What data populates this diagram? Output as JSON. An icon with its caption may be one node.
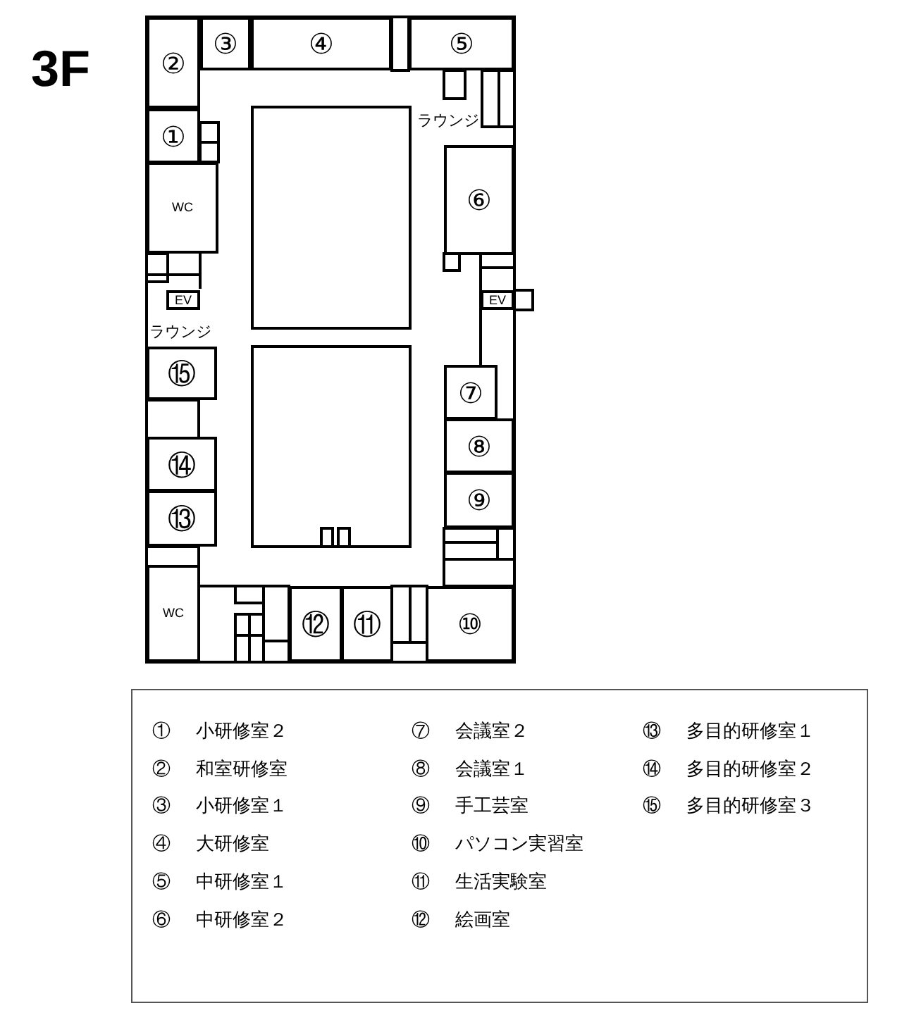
{
  "diagram": {
    "title": "3F",
    "nodes": [
      {
        "text": [
          "②"
        ]
      },
      {
        "text": [
          "③"
        ]
      },
      {
        "text": [
          "④"
        ]
      },
      {
        "text": [
          "⑤"
        ]
      },
      {
        "text": [
          "①"
        ]
      },
      {
        "text": [
          "WC"
        ]
      },
      {
        "text": [
          "EV"
        ]
      },
      {
        "text": [
          "⑥"
        ]
      },
      {
        "text": [
          "EV"
        ]
      },
      {
        "text": [
          "⑮"
        ]
      },
      {
        "text": [
          "⑭"
        ]
      },
      {
        "text": [
          "⑬"
        ]
      },
      {
        "text": [
          "WC"
        ]
      },
      {
        "text": [
          "⑦"
        ]
      },
      {
        "text": [
          "⑧"
        ]
      },
      {
        "text": [
          "⑨"
        ]
      },
      {
        "text": [
          "⑫"
        ]
      },
      {
        "text": [
          "⑪"
        ]
      },
      {
        "text": [
          "⑩"
        ]
      }
    ],
    "labels": [
      "ラウンジ",
      "ラウンジ",
      "① 小研修室２",
      "⑦ 会議室２",
      "⑬ 多目的研修室１",
      "② 和室研修室",
      "⑧ 会議室１",
      "⑭ 多目的研修室２",
      "③ 小研修室１",
      "⑨ 手工芸室",
      "⑮ 多目的研修室３",
      "④ 大研修室",
      "⑩ パソコン実習室",
      "⑤ 中研修室１",
      "⑪ 生活実験室",
      "⑥ 中研修室２",
      "⑫ 絵画室"
    ]
  }
}
